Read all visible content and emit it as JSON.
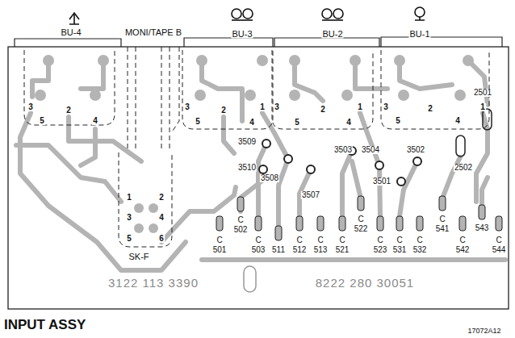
{
  "diagram": {
    "title": "INPUT ASSY",
    "nodes": [
      {
        "text": [
          "BU-4",
          "3",
          "2",
          "5",
          "4"
        ]
      },
      {
        "text": [
          "BU-3",
          "3",
          "2",
          "5",
          "4",
          "1"
        ]
      },
      {
        "text": [
          "BU-2",
          "3",
          "2",
          "5",
          "4",
          "1"
        ]
      },
      {
        "text": [
          "BU-1",
          "3",
          "2",
          "5",
          "4",
          "1"
        ]
      },
      {
        "text": [
          "SK-F",
          "1",
          "2",
          "3",
          "4",
          "5",
          "6"
        ]
      }
    ],
    "labels": [
      "MONI/TAPE B",
      "2501",
      "3509",
      "3503",
      "3504",
      "3502",
      "3510",
      "3508",
      "2502",
      "3501",
      "3507",
      "C",
      "502",
      "C",
      "501",
      "C",
      "503",
      "511",
      "C",
      "512",
      "C",
      "513",
      "C",
      "521",
      "C",
      "522",
      "C",
      "523",
      "C",
      "531",
      "C",
      "532",
      "C",
      "541",
      "C",
      "542",
      "543",
      "C",
      "544",
      "3122 113 3390",
      "8222 280 30051",
      "17072A12"
    ]
  }
}
